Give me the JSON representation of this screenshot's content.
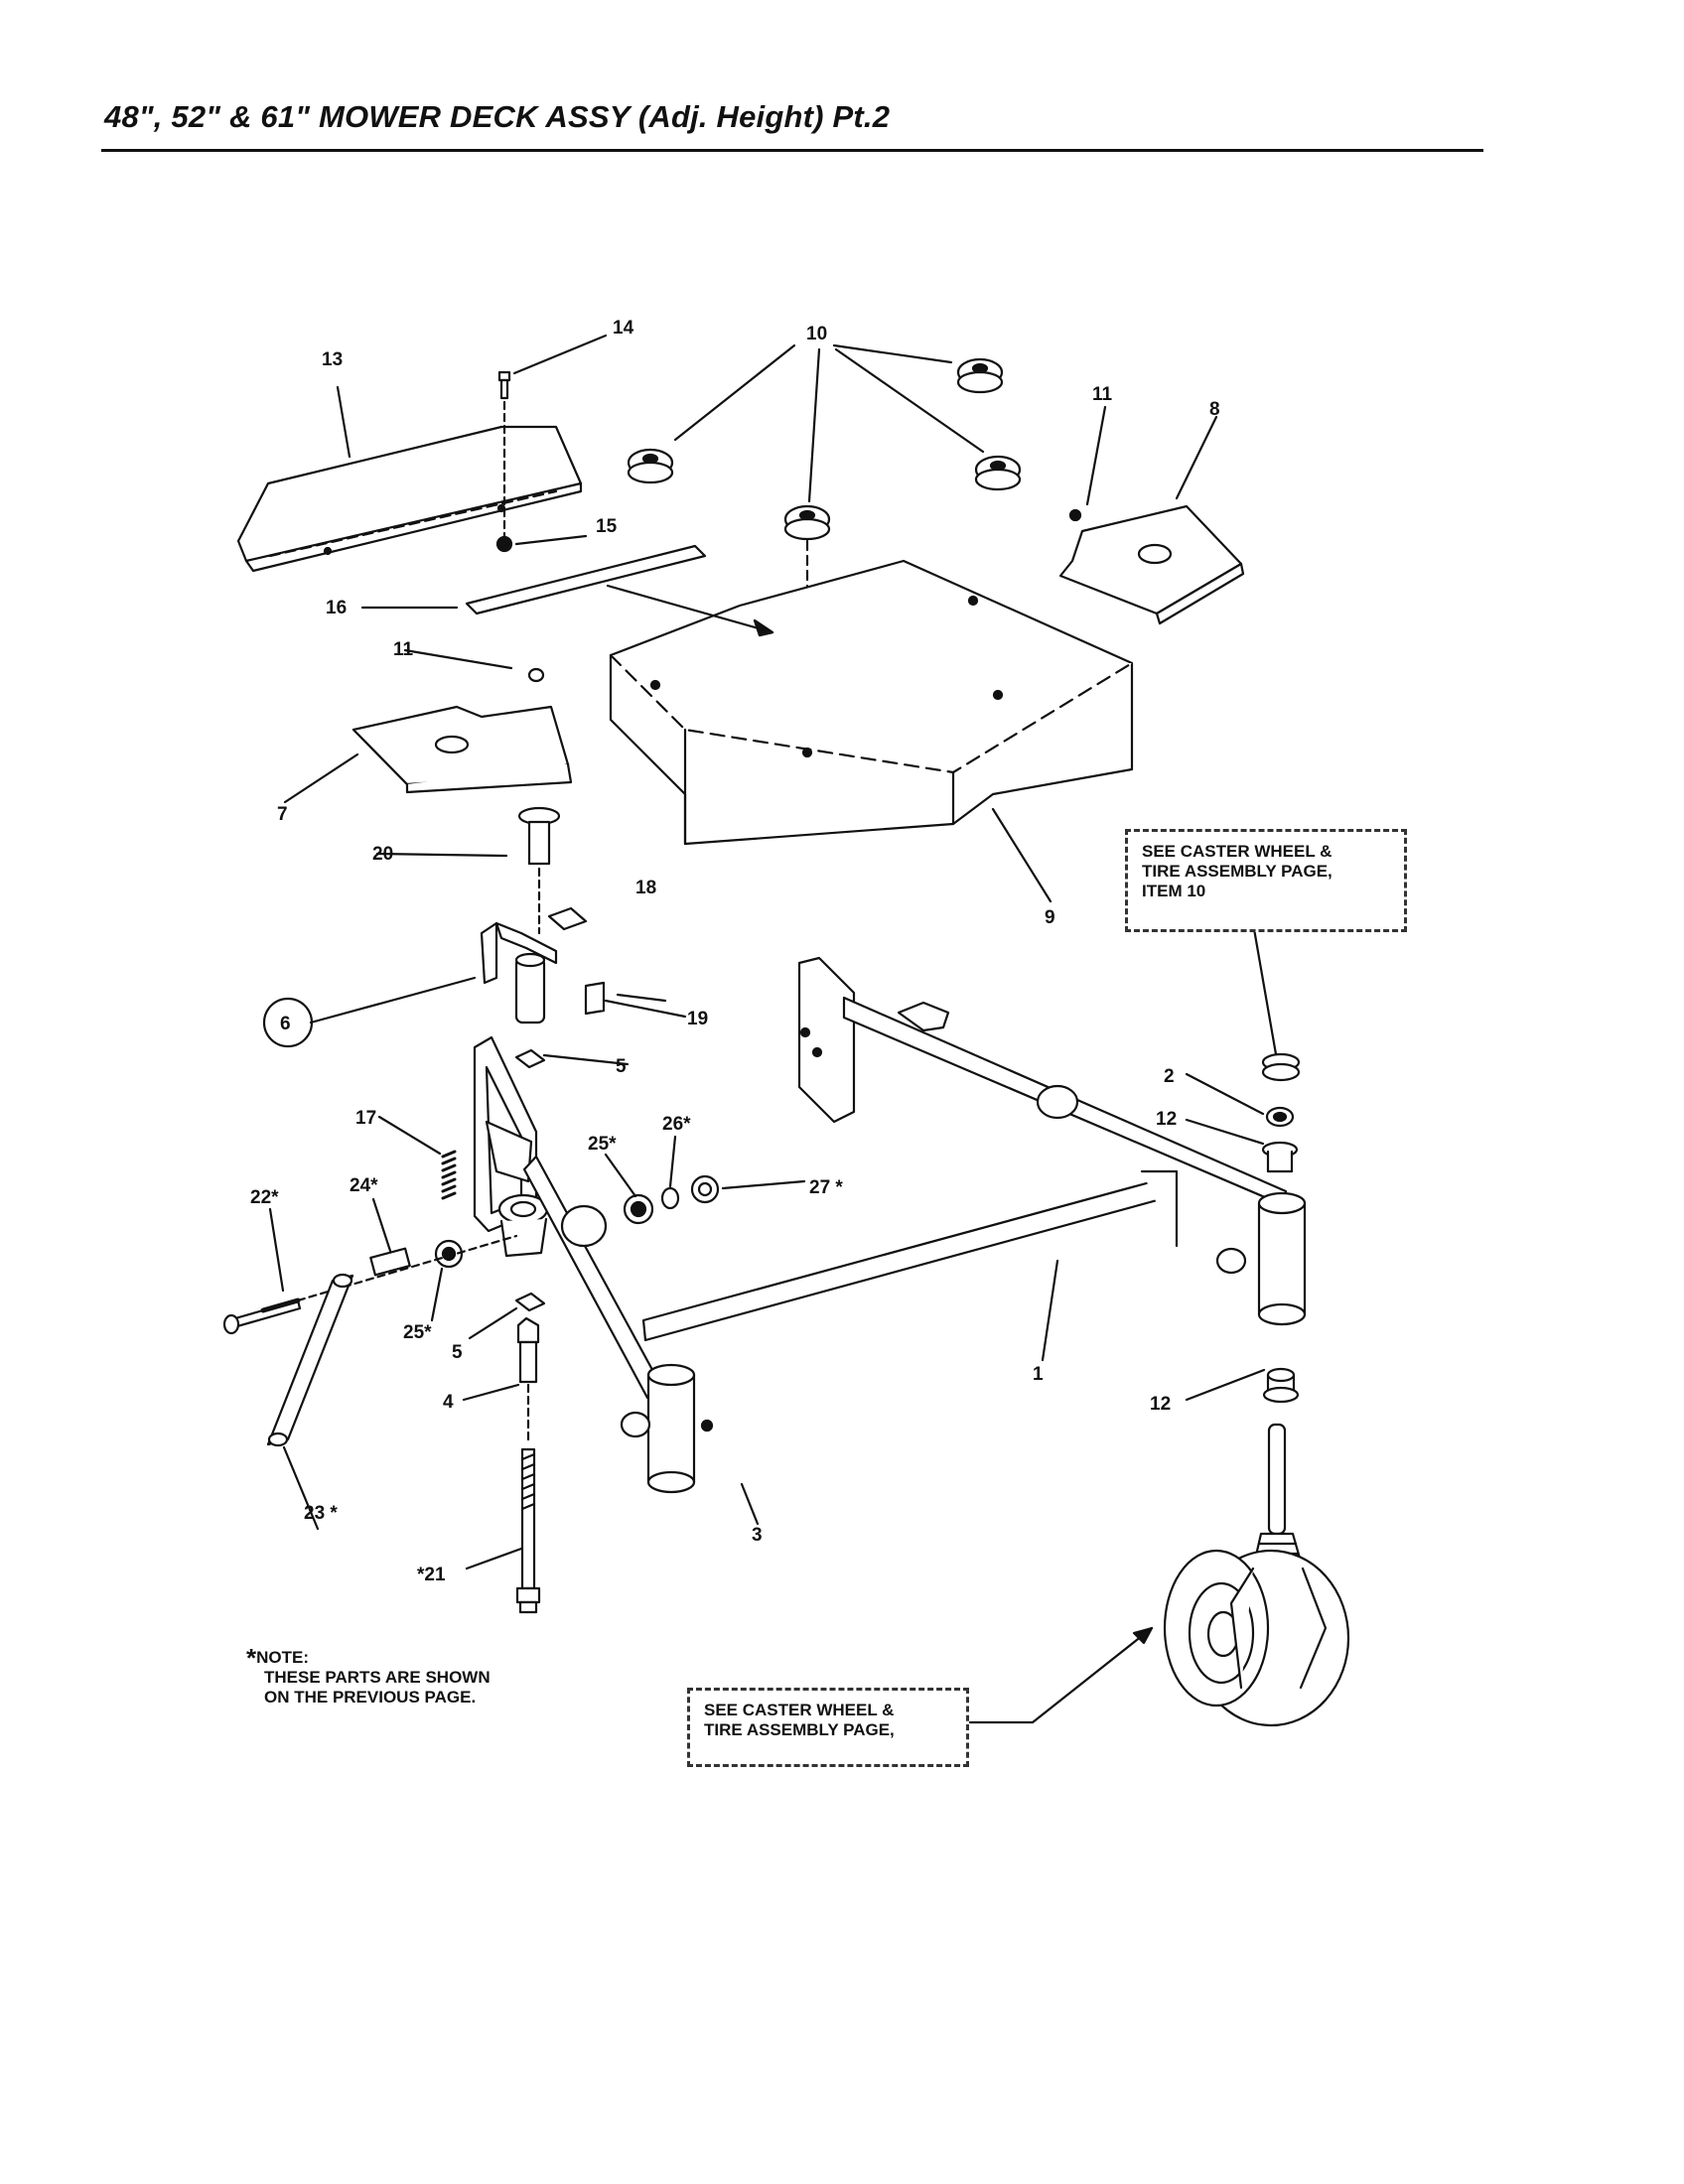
{
  "header": {
    "title": "48\", 52\" & 61\" MOWER DECK ASSY (Adj. Height) Pt.2"
  },
  "callouts": [
    {
      "id": "caster-top",
      "lines": [
        "SEE CASTER WHEEL &",
        "TIRE ASSEMBLY PAGE,",
        "ITEM 10"
      ]
    },
    {
      "id": "caster-bottom",
      "lines": [
        "SEE CASTER WHEEL &",
        "TIRE ASSEMBLY PAGE,"
      ]
    }
  ],
  "note": {
    "star": "*",
    "lines": [
      "NOTE:",
      "THESE PARTS ARE SHOWN",
      "ON THE PREVIOUS PAGE."
    ]
  },
  "labels": {
    "p1": "1",
    "p2": "2",
    "p3": "3",
    "p4": "4",
    "p5a": "5",
    "p5b": "5",
    "p6": "6",
    "p7": "7",
    "p8": "8",
    "p9": "9",
    "p10": "10",
    "p11a": "11",
    "p11b": "11",
    "p12a": "12",
    "p12b": "12",
    "p13": "13",
    "p14": "14",
    "p15": "15",
    "p16": "16",
    "p17": "17",
    "p18": "18",
    "p19": "19",
    "p20": "20",
    "p21": "*21",
    "p22": "22*",
    "p23": "23 *",
    "p24": "24*",
    "p25a": "25*",
    "p25b": "25*",
    "p26": "26*",
    "p27": "27 *"
  }
}
